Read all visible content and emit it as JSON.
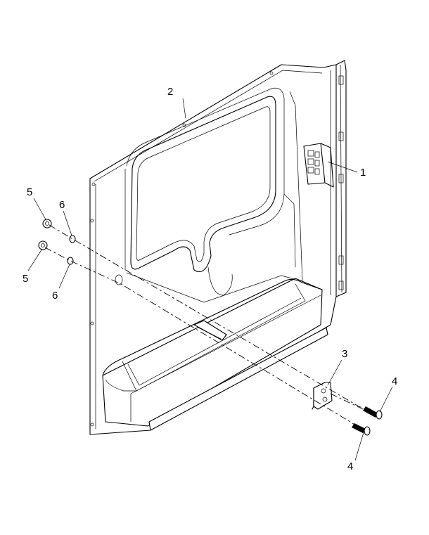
{
  "callouts": {
    "c1": "1",
    "c2": "2",
    "c3": "3",
    "c4a": "4",
    "c4b": "4",
    "c5a": "5",
    "c5b": "5",
    "c6a": "6",
    "c6b": "6"
  }
}
